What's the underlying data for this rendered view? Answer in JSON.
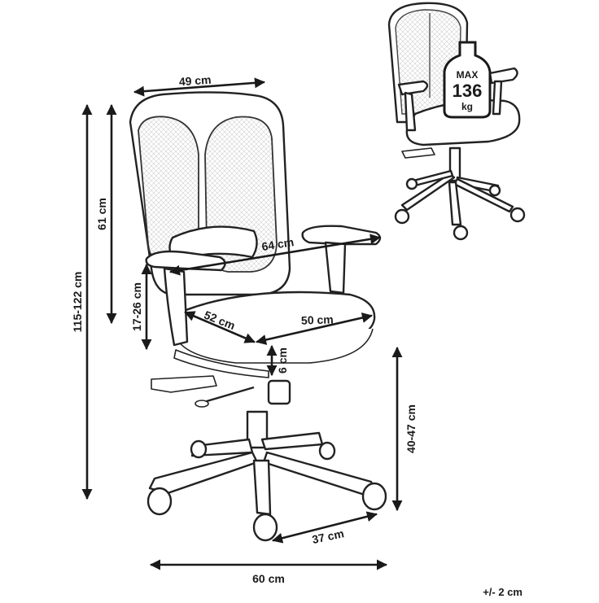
{
  "dimensions": {
    "width": "49 cm",
    "backrest_height": "61 cm",
    "total_height": "115-122 cm",
    "armrest_height": "17-26 cm",
    "armrest_span": "64 cm",
    "seat_depth": "52 cm",
    "seat_width": "50 cm",
    "seat_thickness": "6 cm",
    "seat_height": "40-47 cm",
    "caster_spacing": "37 cm",
    "base_width": "60 cm"
  },
  "badge": {
    "line1": "MAX",
    "line2": "136",
    "line3": "kg"
  },
  "tolerance": "+/- 2 cm"
}
